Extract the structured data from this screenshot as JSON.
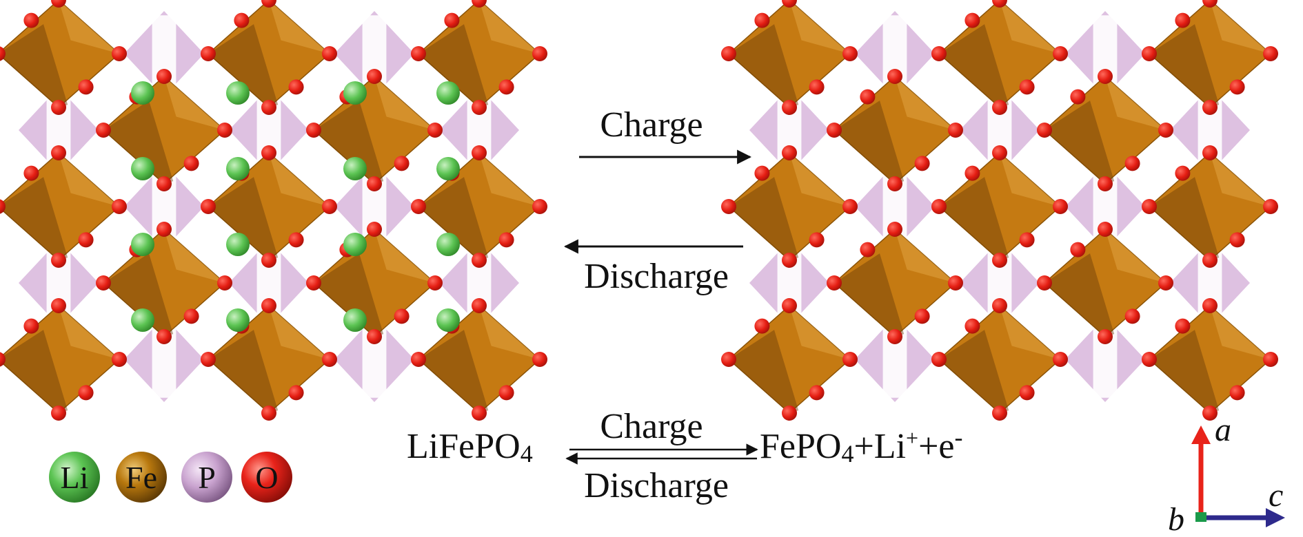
{
  "transition": {
    "charge_label": "Charge",
    "discharge_label": "Discharge"
  },
  "equation": {
    "reactant": "LiFePO",
    "reactant_sub": "4",
    "charge_label": "Charge",
    "discharge_label": "Discharge",
    "product_part1": "FePO",
    "product_sub": "4",
    "product_part2": "+Li",
    "product_sup1": "+",
    "product_part3": "+e",
    "product_sup2": "-"
  },
  "legend": [
    {
      "symbol": "Li",
      "color": "#4fb848"
    },
    {
      "symbol": "Fe",
      "color": "#b8780e"
    },
    {
      "symbol": "P",
      "color": "#c9a3cf"
    },
    {
      "symbol": "O",
      "color": "#e8231a"
    }
  ],
  "axes": {
    "a": "a",
    "b": "b",
    "c": "c",
    "a_color": "#e8231a",
    "c_color": "#2e2a8c",
    "b_color": "#1a9a4a"
  },
  "colors": {
    "octahedron": "#c57a12",
    "octahedron_dark": "#6a3c08",
    "tetrahedron": "#d8b6dc",
    "oxygen": "#e41d12",
    "lithium": "#5cc453"
  }
}
